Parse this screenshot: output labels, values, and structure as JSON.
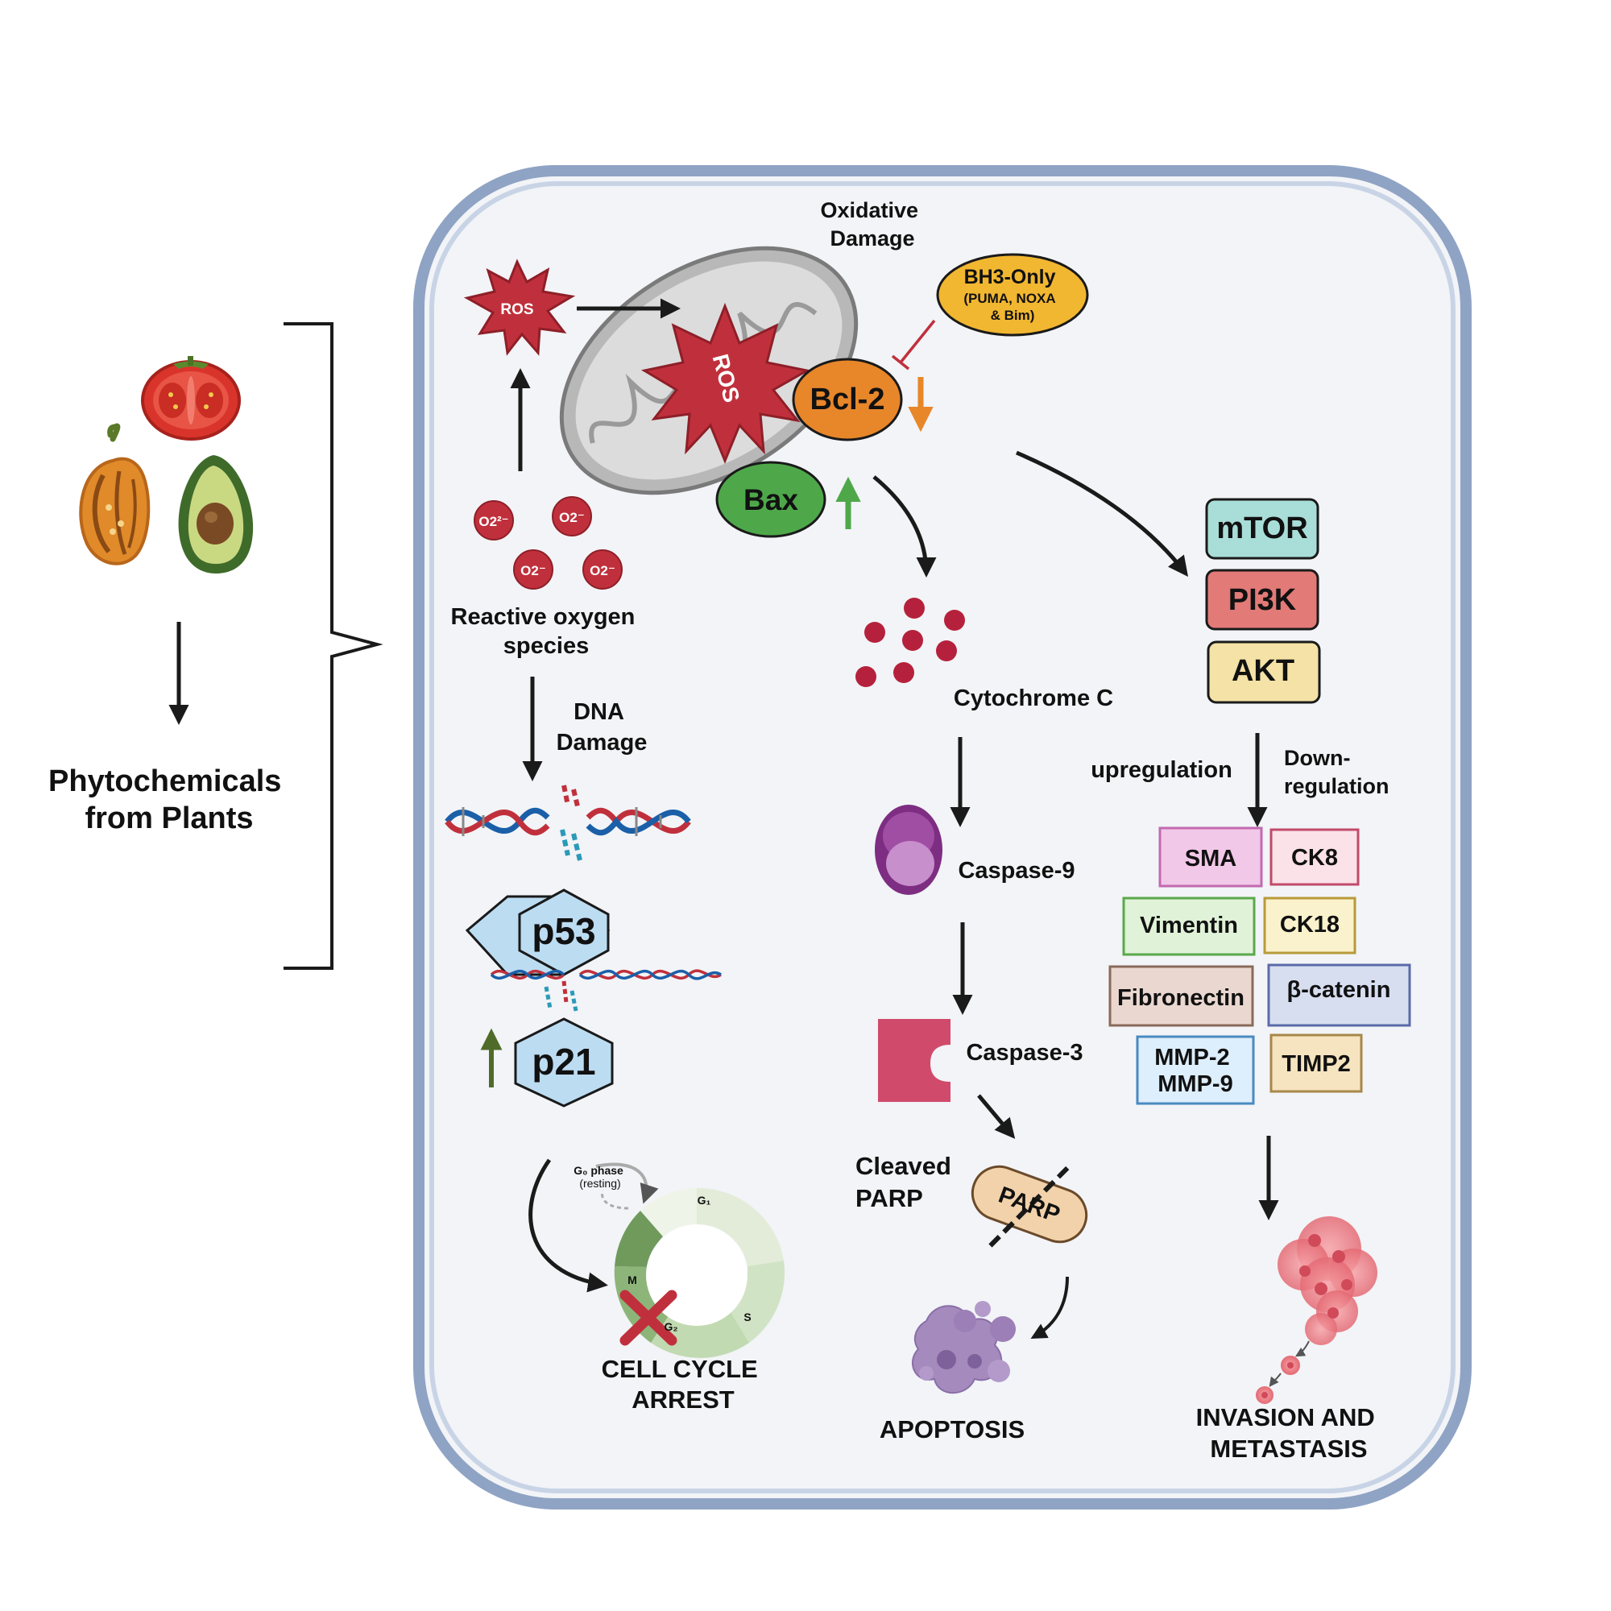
{
  "labels": {
    "phytochemicals": [
      "Phytochemicals",
      "from Plants"
    ],
    "oxidative_damage": [
      "Oxidative",
      "Damage"
    ],
    "ros_small": "ROS",
    "ros_big": "ROS",
    "bh3": [
      "BH3-Only",
      "(PUMA, NOXA",
      "& Bim)"
    ],
    "bcl2": "Bcl-2",
    "bax": "Bax",
    "ros_species": [
      "Reactive oxygen",
      "species"
    ],
    "superoxide": [
      "O2²⁻",
      "O2⁻",
      "O2⁻",
      "O2⁻"
    ],
    "dna_damage": [
      "DNA",
      "Damage"
    ],
    "p53": "p53",
    "p21": "p21",
    "cell_cycle_arrest": [
      "CELL CYCLE",
      "ARREST"
    ],
    "g0_phase": [
      "G₀ phase",
      "(resting)"
    ],
    "phases": {
      "g1": "G₁",
      "s": "S",
      "g2": "G₂",
      "m": "M"
    },
    "cytochrome": "Cytochrome C",
    "caspase9": "Caspase-9",
    "caspase3": "Caspase-3",
    "cleaved_parp": [
      "Cleaved",
      "PARP"
    ],
    "parp": "PARP",
    "apoptosis": "APOPTOSIS",
    "mtor": "mTOR",
    "pi3k": "PI3K",
    "akt": "AKT",
    "upregulation": "upregulation",
    "downregulation": [
      "Down-",
      "regulation"
    ],
    "markers": {
      "sma": "SMA",
      "ck8": "CK8",
      "vimentin": "Vimentin",
      "ck18": "CK18",
      "fibronectin": "Fibronectin",
      "bcatenin": "β-catenin",
      "mmp": [
        "MMP-2",
        "MMP-9"
      ],
      "timp2": "TIMP2"
    },
    "invasion": [
      "INVASION AND",
      "METASTASIS"
    ]
  },
  "colors": {
    "cell_border": "#8fa3c4",
    "cell_fill": "#f2f4f7",
    "ros_red": "#c0303c",
    "bcl2_orange": "#e8862a",
    "bax_green": "#4ea84a",
    "bh3_yellow": "#f2b731",
    "mtor": "#a9ddd8",
    "pi3k": "#e27a78",
    "akt": "#f4e2a6"
  },
  "icons": [
    "tomato-icon",
    "pepper-icon",
    "avocado-icon",
    "mitochondrion-icon",
    "dna-icon",
    "cell-cycle-icon",
    "caspase9-icon",
    "caspase3-icon",
    "parp-icon",
    "apoptotic-cell-icon",
    "tumor-cluster-icon"
  ]
}
